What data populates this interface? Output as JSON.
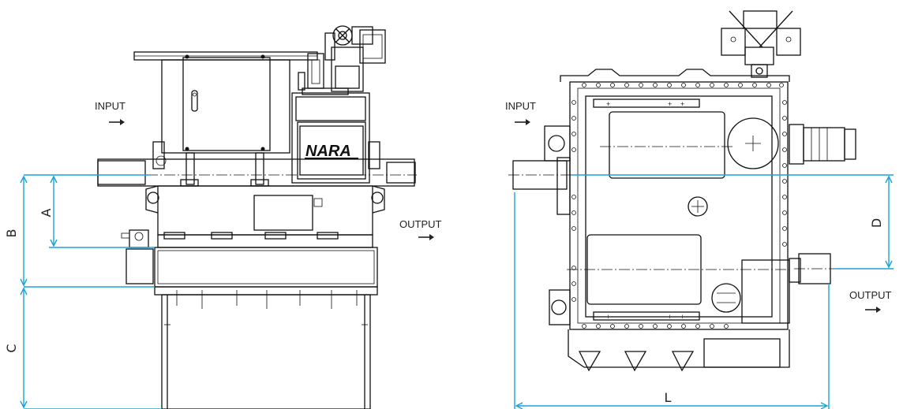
{
  "labels": {
    "left_input": "INPUT",
    "left_output": "OUTPUT",
    "right_input": "INPUT",
    "right_output": "OUTPUT",
    "brand": "NARA"
  },
  "dimensions": {
    "a": "A",
    "b": "B",
    "c": "C",
    "d": "D",
    "l": "L"
  },
  "colors": {
    "dimension_line": "#1aa3d8",
    "drawing_line": "#111111"
  }
}
